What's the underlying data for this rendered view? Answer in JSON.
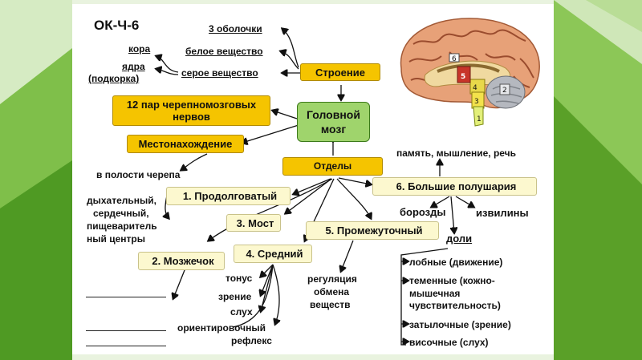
{
  "title": "ОК-Ч-6",
  "center": [
    "Головной",
    "мозг"
  ],
  "structure": {
    "label": "Строение",
    "items": [
      "3 оболочки",
      "белое вещество",
      "серое вещество"
    ],
    "gray_items": [
      "кора",
      "ядра",
      "(подкорка)"
    ]
  },
  "nerves": [
    "12 пар черепномозговых",
    "нервов"
  ],
  "location": {
    "label": "Местонахождение",
    "answer": "в полости черепа"
  },
  "sections": {
    "label": "Отделы",
    "s1": "1. Продолговатый",
    "s1_items": [
      "дыхательный,",
      "сердечный,",
      "пищеваритель",
      "ный центры"
    ],
    "s2": "2. Мозжечок",
    "s3": "3. Мост",
    "s4": "4. Средний",
    "s4_items": [
      "тонус",
      "зрение",
      "слух",
      "ориентировочный",
      "рефлекс"
    ],
    "s5": "5. Промежуточный",
    "s5_items": [
      "регуляция",
      "обмена",
      "веществ"
    ],
    "s6": "6. Большие полушария",
    "s6_top": "память, мышление, речь",
    "s6_items": [
      "борозды",
      "извилины",
      "доли"
    ],
    "lobes": [
      "лобные (движение)",
      "теменные (кожно-",
      "мышечная",
      "чувствительность)",
      "затылочные (зрение)",
      "височные (слух)"
    ]
  },
  "brain_labels": [
    "6",
    "5",
    "4",
    "3",
    "2",
    "1"
  ],
  "colors": {
    "yellow": "#f5c400",
    "green": "#9fd46c",
    "pale": "#fcf8cf",
    "bg_green": "#5aa028"
  }
}
